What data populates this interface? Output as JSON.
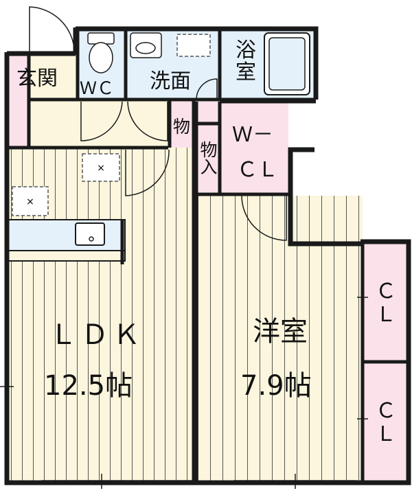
{
  "rooms": {
    "genkan": "玄関",
    "wc": "ＷＣ",
    "senmen": "洗面",
    "yokushitsu": "浴室",
    "mono1": "物",
    "mono_ire": "物入",
    "wcl": "Ｗ－\nＣＬ",
    "wcl_line1": "Ｗ－",
    "wcl_line2": "ＣＬ",
    "ldk_name": "ＬＤＫ",
    "ldk_size": "12.5帖",
    "yoshitsu_name": "洋室",
    "yoshitsu_size": "7.9帖",
    "cl_top": "ＣＬ",
    "cl_bottom": "ＣＬ"
  },
  "colors": {
    "wall": "#1a1a1a",
    "floor_wood": "#fbf6dd",
    "floor_lines": "#4a4a4a",
    "wet_area": "#e4f1fb",
    "closet": "#fbe1ea",
    "entrance": "#fbe1ea"
  }
}
